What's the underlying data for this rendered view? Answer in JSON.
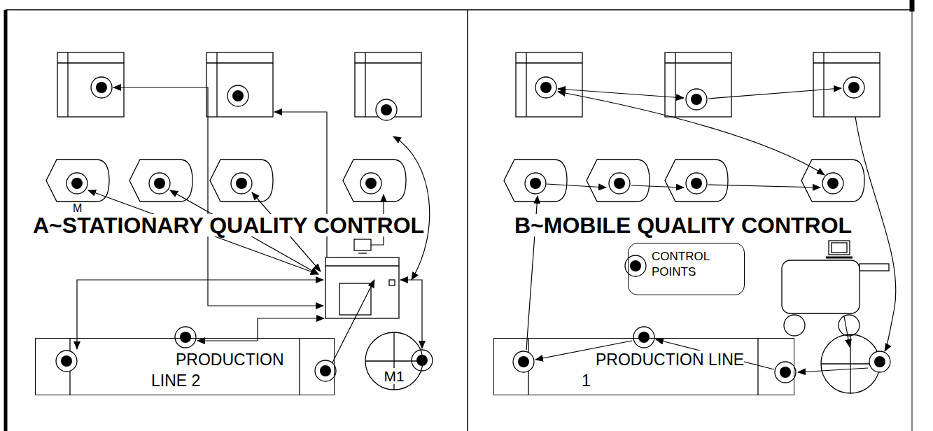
{
  "diagram": {
    "nodes": [
      {
        "text": [
          "PRODUCTION LINE 2"
        ]
      },
      {
        "text": [
          "M1"
        ]
      },
      {
        "text": [
          "CONTROL POINTS"
        ]
      },
      {
        "text": [
          "PRODUCTION LINE 1"
        ]
      }
    ],
    "labels": [
      "A~STATIONARY QUALITY CONTROL",
      "B~MOBILE QUALITY CONTROL",
      "M"
    ]
  }
}
